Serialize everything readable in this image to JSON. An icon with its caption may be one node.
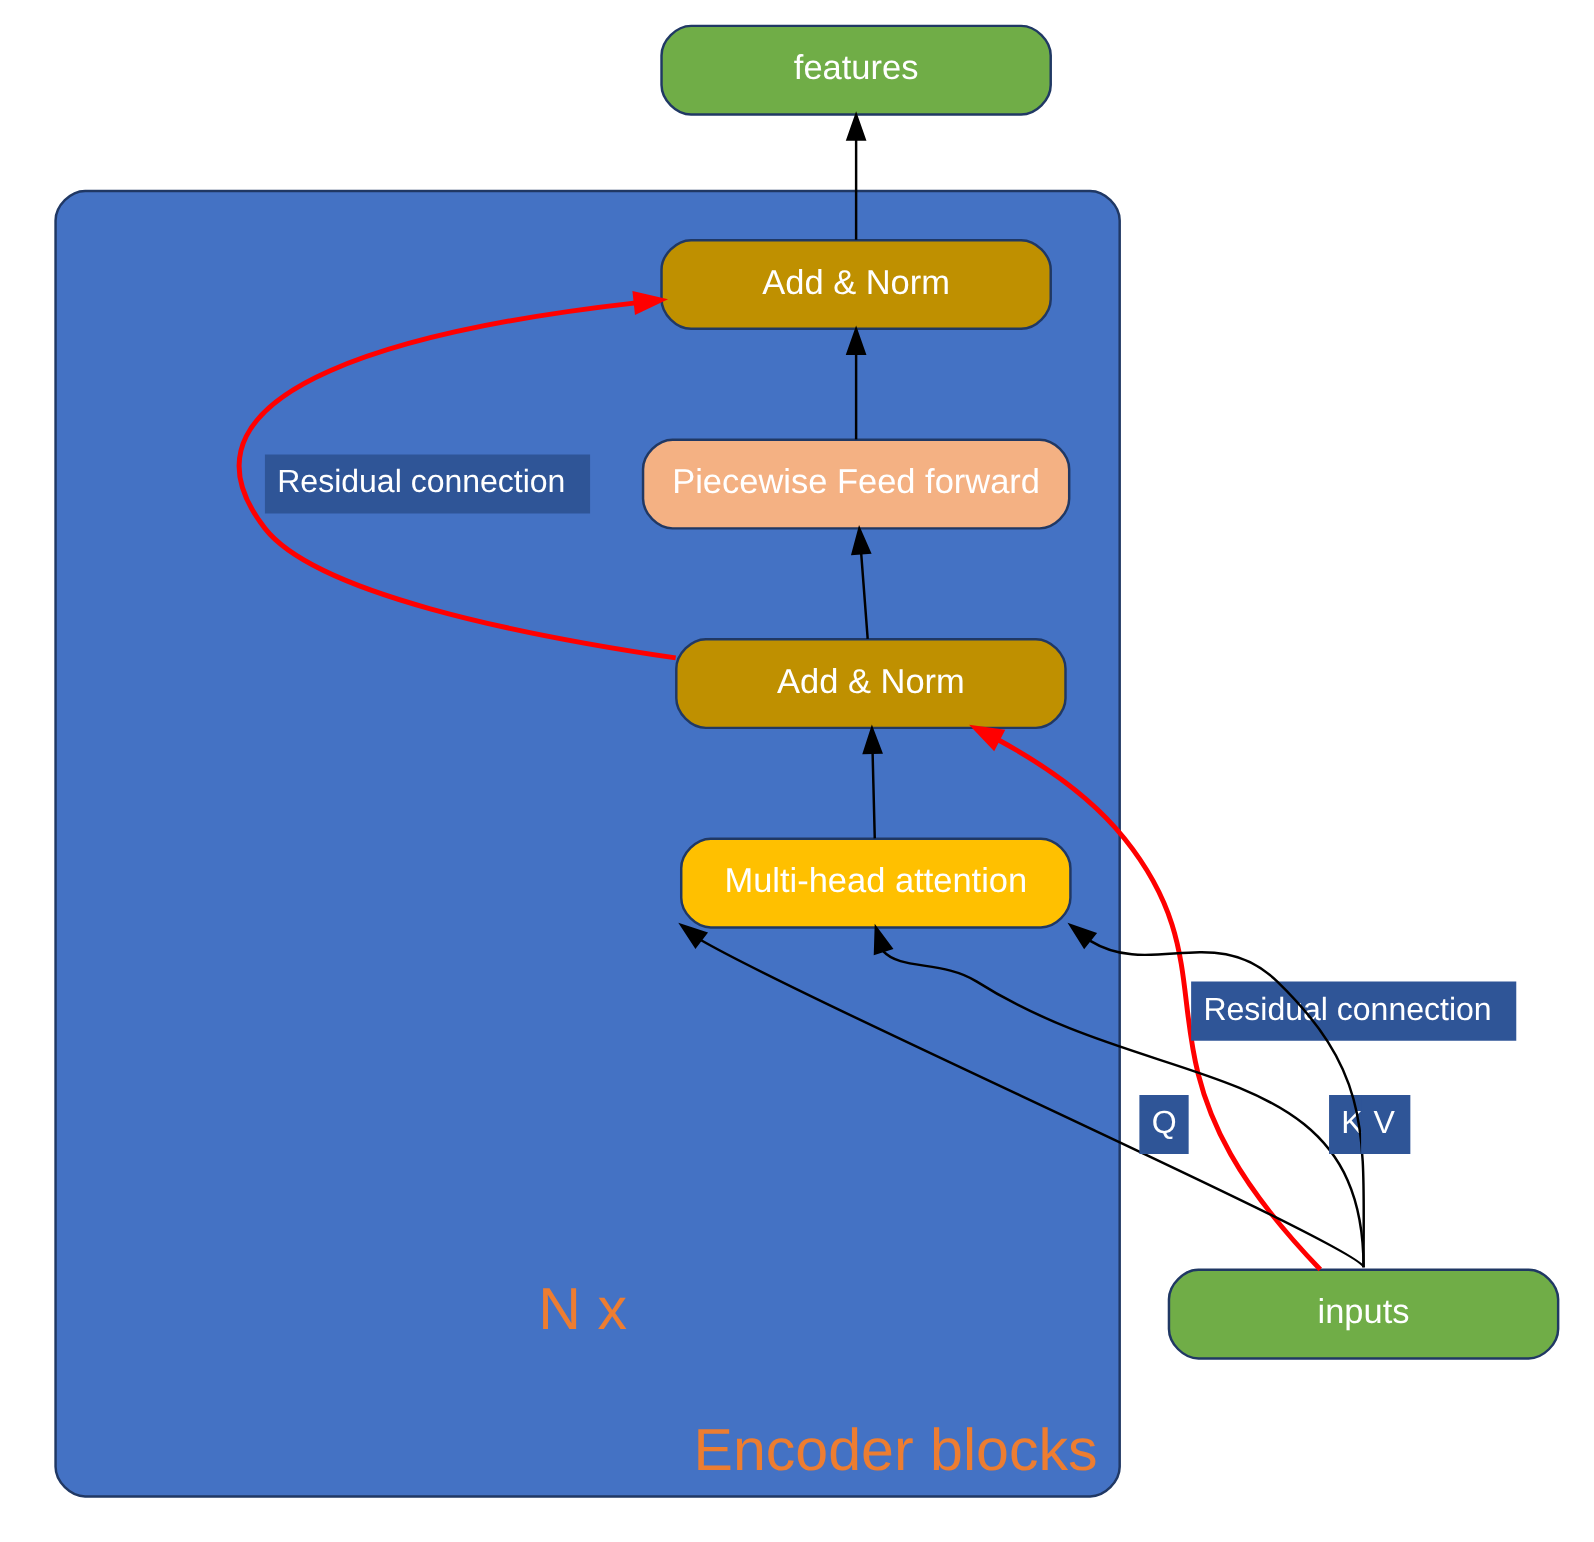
{
  "diagram": {
    "nodes": [
      {
        "text": [
          "features"
        ]
      },
      {
        "text": [
          "Encoder blocks"
        ],
        "beside": [
          "N x"
        ]
      },
      {
        "text": [
          "Add & Norm"
        ],
        "in": 1
      },
      {
        "text": [
          "Piecewise Feed forward"
        ],
        "in": 1
      },
      {
        "text": [
          "Add & Norm"
        ],
        "in": 1
      },
      {
        "text": [
          "Multi-head attention"
        ],
        "in": 1
      },
      {
        "text": [
          "inputs"
        ]
      }
    ],
    "edges": [
      {
        "from": 6,
        "to": 5,
        "arrow": "to",
        "label": "Q"
      },
      {
        "from": 6,
        "to": 5,
        "arrow": "to",
        "label": "K"
      },
      {
        "from": 6,
        "to": 5,
        "arrow": "to",
        "label": "V"
      },
      {
        "from": 6,
        "to": 4,
        "arrow": "to",
        "label": "Residual connection",
        "color": "#ff0000"
      },
      {
        "from": 5,
        "to": 4,
        "arrow": "to"
      },
      {
        "from": 4,
        "to": 3,
        "arrow": "to"
      },
      {
        "from": 4,
        "to": 2,
        "arrow": "to",
        "label": "Residual connection",
        "color": "#ff0000"
      },
      {
        "from": 3,
        "to": 2,
        "arrow": "to"
      },
      {
        "from": 2,
        "to": 0,
        "arrow": "to"
      }
    ]
  }
}
